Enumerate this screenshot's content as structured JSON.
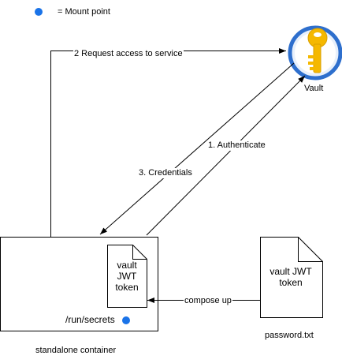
{
  "legend": {
    "label": "= Mount point",
    "dot_color": "#1a73e8"
  },
  "vault": {
    "label": "Vault",
    "ring_color": "#2e6fcd",
    "key_color": "#f5b800"
  },
  "edges": {
    "request": "2 Request access to service",
    "authenticate": "1. Authenticate",
    "credentials": "3. Credentials",
    "compose": "compose up"
  },
  "container": {
    "label": "standalone container",
    "token_doc": [
      "vault",
      "JWT",
      "token"
    ],
    "mount_path": "/run/secrets",
    "mount_dot_color": "#1a73e8"
  },
  "password_file": {
    "label": "password.txt",
    "doc_lines": [
      "vault JWT",
      "token"
    ]
  }
}
